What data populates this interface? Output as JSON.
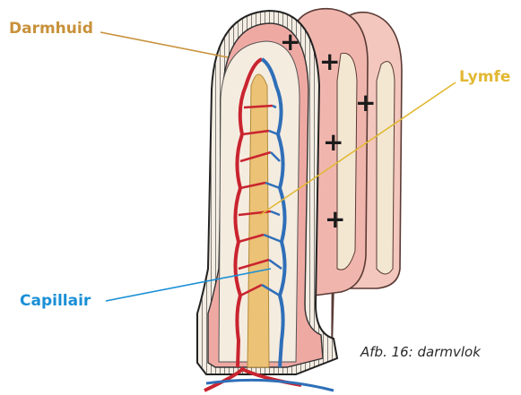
{
  "labels": {
    "darmhuid": "Darmhuid",
    "lymfe": "Lymfe",
    "capillair": "Capillair"
  },
  "caption": "Afb. 16: darmvlok",
  "plus_sign": "+",
  "colors": {
    "darmhuid_label": "#c8913a",
    "lymfe_label": "#e2b832",
    "capillair_label": "#1a8fd6",
    "caption_text": "#2a2a2a",
    "villus_pink": "#f0b6ae",
    "lymph_vessel": "#ecc276",
    "artery_red": "#c9242f",
    "vein_blue": "#2f6fb8"
  }
}
